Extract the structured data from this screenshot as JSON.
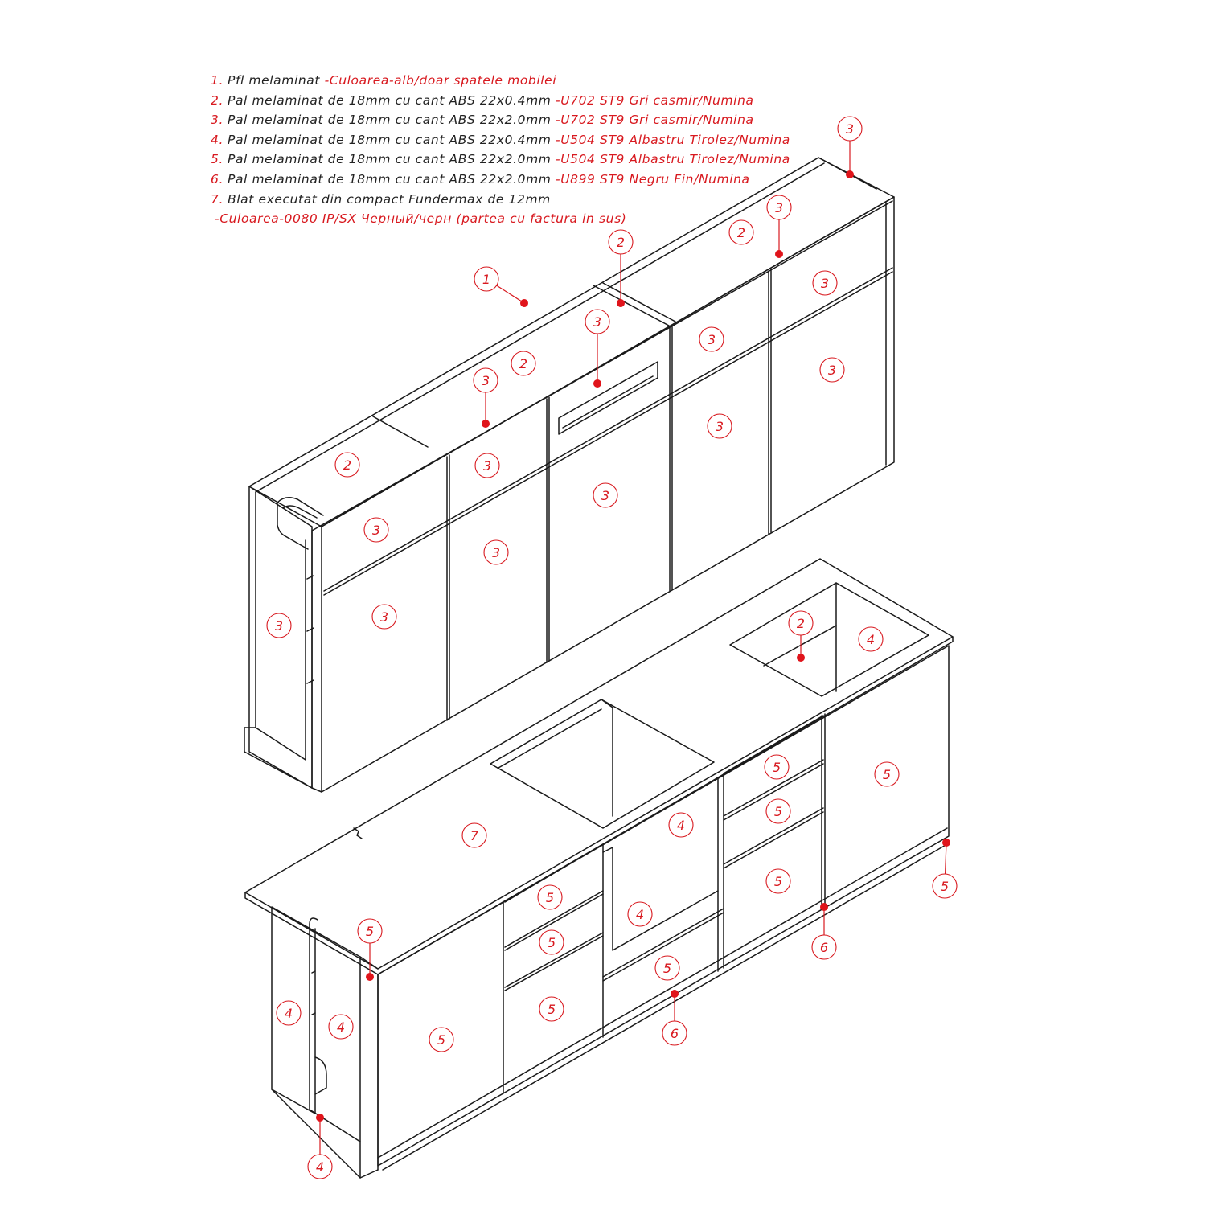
{
  "legend": [
    {
      "num": "1.",
      "text": "Pfl melaminat ",
      "accent": "-Culoarea-alb/doar spatele mobilei"
    },
    {
      "num": "2.",
      "text": "Pal melaminat de 18mm cu cant ABS 22x0.4mm ",
      "accent": "-U702 ST9 Gri casmir/Numina"
    },
    {
      "num": "3.",
      "text": "Pal melaminat de 18mm cu cant ABS 22x2.0mm ",
      "accent": "-U702 ST9 Gri casmir/Numina"
    },
    {
      "num": "4.",
      "text": "Pal melaminat de 18mm cu cant ABS 22x0.4mm ",
      "accent": "-U504 ST9 Albastru Tirolez/Numina"
    },
    {
      "num": "5.",
      "text": "Pal melaminat de 18mm cu cant ABS 22x2.0mm ",
      "accent": "-U504 ST9 Albastru Tirolez/Numina"
    },
    {
      "num": "6.",
      "text": "Pal melaminat de 18mm cu cant ABS 22x2.0mm ",
      "accent": "-U899 ST9 Negru Fin/Numina"
    },
    {
      "num": "7.",
      "text": "Blat executat din compact Fundermax de 12mm",
      "accent": ""
    },
    {
      "num": "",
      "text": "",
      "accent": " -Culoarea-0080 IP/SX Черный/черн (partea cu factura in sus)"
    }
  ],
  "labels": {
    "p1": "1",
    "p2": "2",
    "p3": "3",
    "p4": "4",
    "p5": "5",
    "p6": "6",
    "p7": "7"
  },
  "colors": {
    "accent": "#d8191f",
    "line": "#1a1a1a"
  }
}
